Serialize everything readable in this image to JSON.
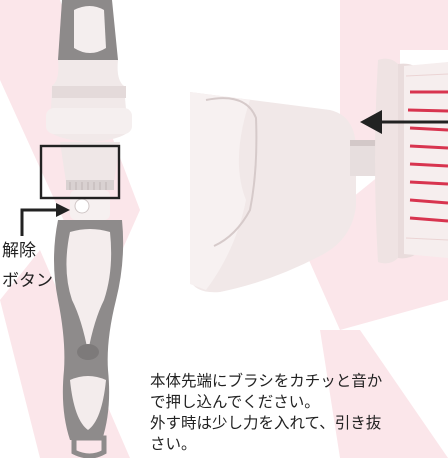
{
  "callout": {
    "line1": "解除",
    "line2": "ボタン"
  },
  "instructions": {
    "line1": "本体先端にブラシをカチッと音か",
    "line2": "で押し込んでください。",
    "line3": "外す時は少し力を入れて、引き抜",
    "line4": "さい。"
  },
  "icons": {
    "release_arrow": "elbow-arrow-icon",
    "attach_arrow": "left-arrow-icon"
  },
  "colors": {
    "background_accent": "#fbe6ea",
    "device_body": "#f2eaea",
    "device_grip": "#8e8b8b",
    "bristles": "#d8344f"
  }
}
